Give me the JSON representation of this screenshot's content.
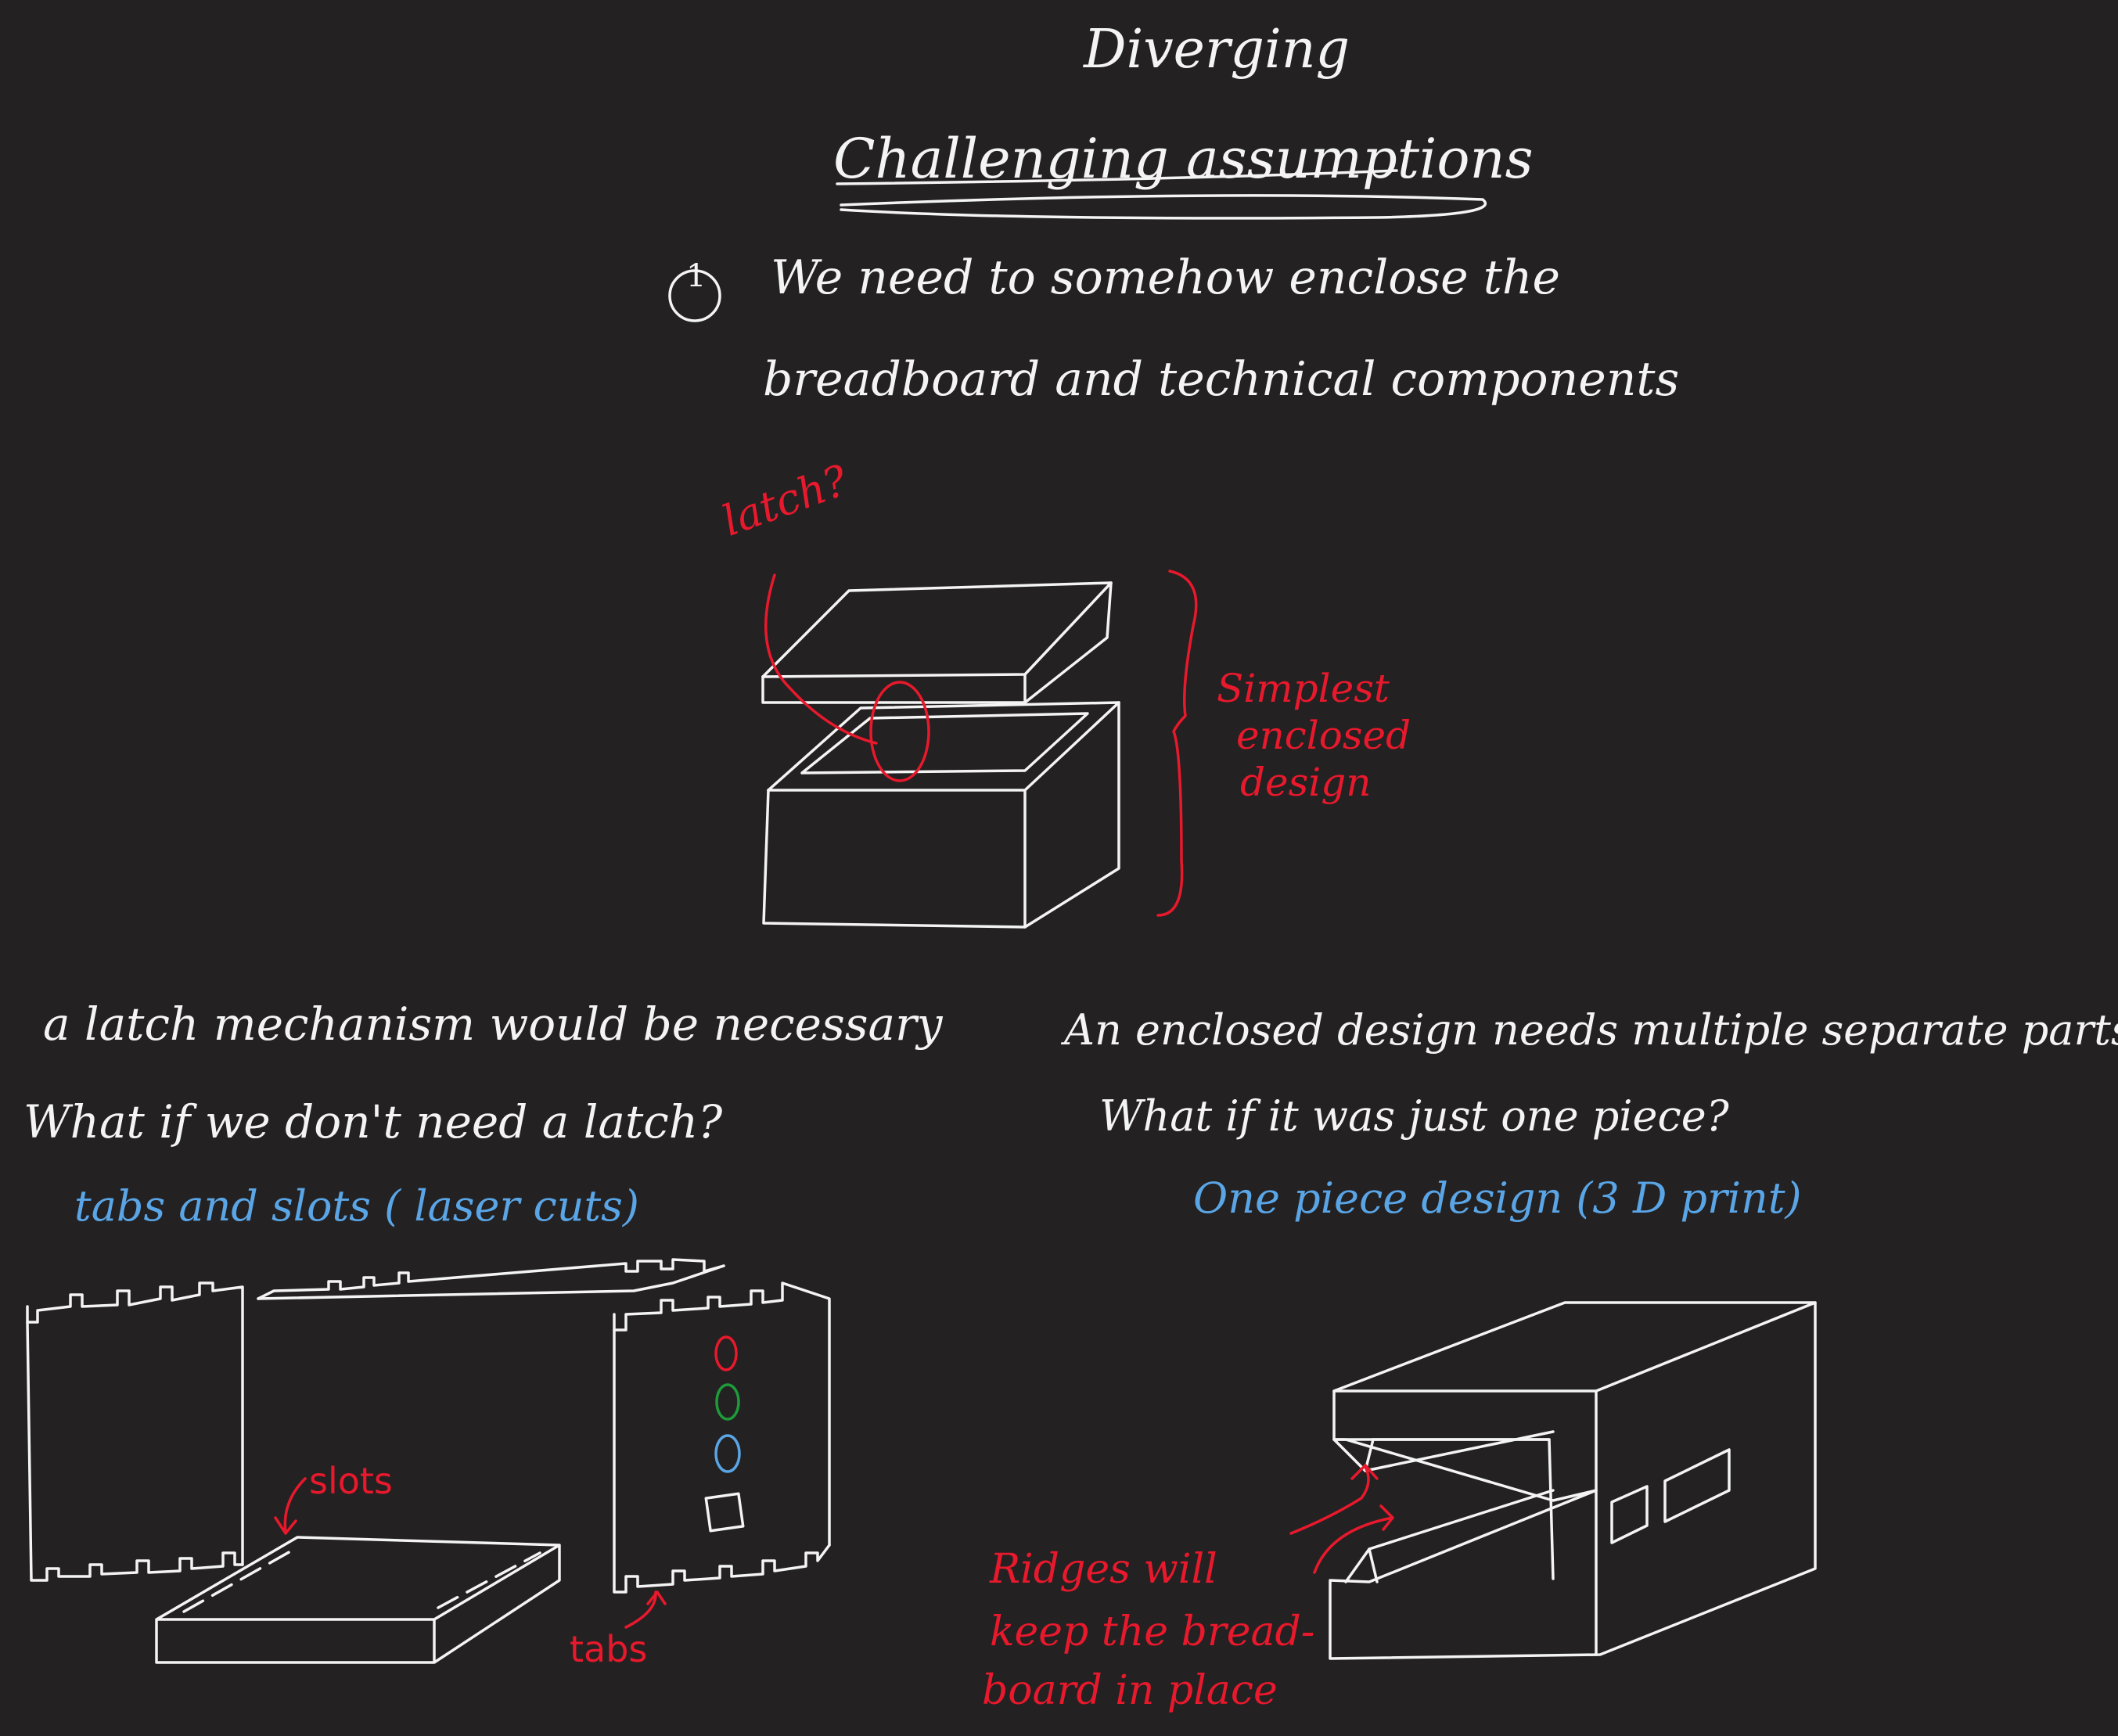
{
  "title": "Diverging",
  "heading": "Challenging assumptions",
  "assumption": {
    "number": "1",
    "line1": "We need to somehow enclose the",
    "line2": "breadboard and technical components"
  },
  "sketch_enclosure": {
    "latch_label": "latch?",
    "brace_label_1": "Simplest",
    "brace_label_2": "enclosed",
    "brace_label_3": "design"
  },
  "left_column": {
    "statement": "a latch mechanism would be necessary",
    "question": "What if we don't need a latch?",
    "idea": "tabs and slots ( laser cuts)",
    "slots_label": "slots",
    "tabs_label": "tabs",
    "led_colors": [
      "#e8192c",
      "#1f9a3a",
      "#5aa5e6"
    ]
  },
  "right_column": {
    "statement": "An enclosed design needs multiple separate parts",
    "question": "What if it was just one piece?",
    "idea": "One piece design (3 D print)",
    "ridges_1": "Ridges will",
    "ridges_2": "keep the bread-",
    "ridges_3": "board in place"
  },
  "colors": {
    "background": "#232122",
    "ink": "#f4f4f4",
    "red": "#e8192c",
    "blue": "#5aa5e6",
    "green": "#1f9a3a"
  }
}
